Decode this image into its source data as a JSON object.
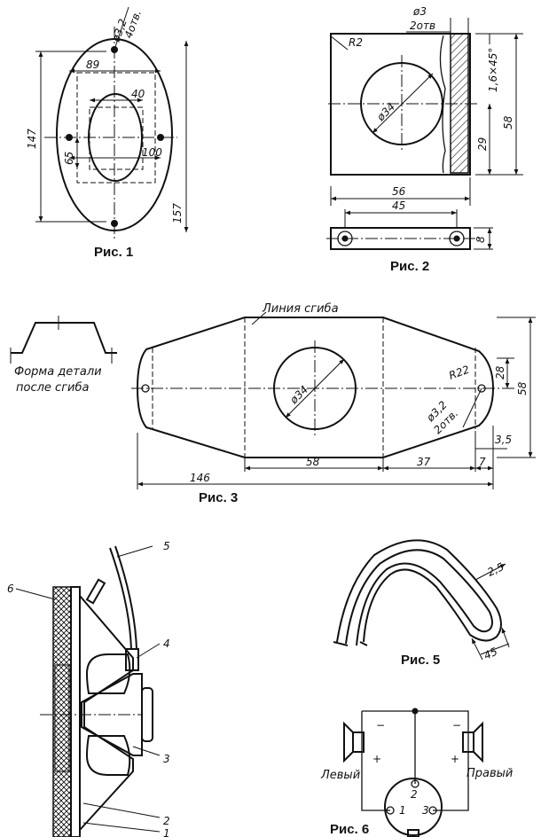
{
  "fig1": {
    "caption": "Рис. 1",
    "hole_label": "ø3,2",
    "hole_count": "4отв.",
    "dims": {
      "height": "147",
      "height2": "157",
      "width_top": "89",
      "inner_width": "40",
      "inner_height": "65",
      "span": "100"
    }
  },
  "fig2": {
    "caption": "Рис. 2",
    "hole_label": "ø3",
    "hole_count": "2отв",
    "radius": "R2",
    "circle": "ø34",
    "dims": {
      "width": "56",
      "height": "58",
      "half": "29",
      "chamfer": "1,6×45°",
      "holes_span": "45",
      "thickness": "8"
    }
  },
  "fig3": {
    "caption": "Рис. 3",
    "bend_line": "Линия сгиба",
    "form_label_1": "Форма детали",
    "form_label_2": "после сгиба",
    "circle": "ø34",
    "radius": "R22",
    "hole_label": "ø3,2",
    "hole_count": "2отв.",
    "dims": {
      "total": "146",
      "middle": "58",
      "side": "37",
      "edge": "7",
      "height": "58",
      "half": "28",
      "small": "3,5"
    }
  },
  "fig4": {
    "labels": [
      "1",
      "2",
      "3",
      "4",
      "5",
      "6"
    ]
  },
  "fig5": {
    "caption": "Рис. 5",
    "dims": {
      "width": "2,5",
      "height": "45"
    }
  },
  "fig6": {
    "caption": "Рис. 6",
    "left": "Левый",
    "right": "Правый",
    "pin1": "1",
    "pin2": "2",
    "pin3": "3",
    "minus": "−",
    "plus": "+"
  }
}
